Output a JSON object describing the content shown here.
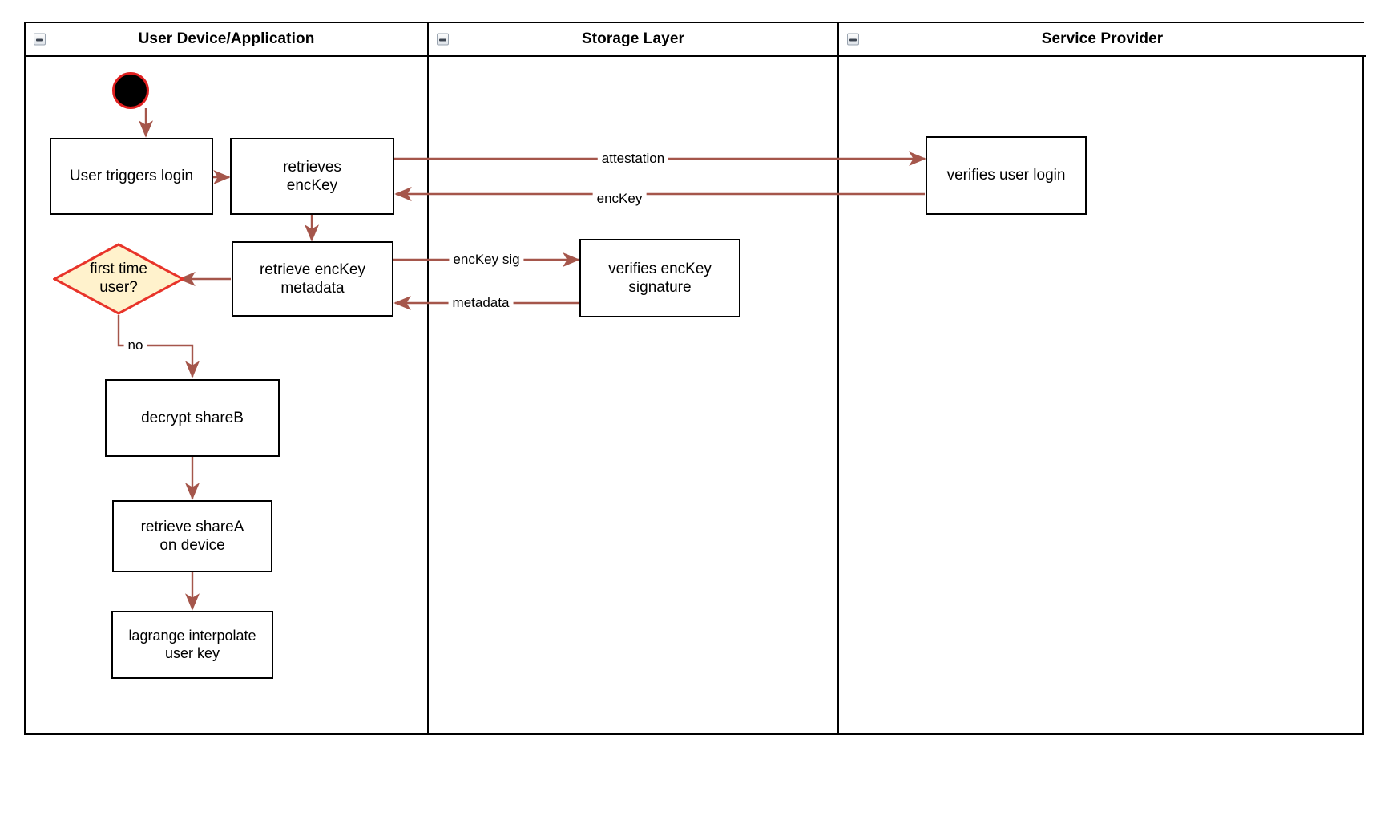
{
  "diagram": {
    "type": "swimlane-activity-diagram",
    "collapse_icon": "minus-square-icon",
    "colors": {
      "lane_border": "#000000",
      "node_border": "#000000",
      "node_fill": "#ffffff",
      "edge": "#a5564b",
      "decision_fill": "#fff2cc",
      "decision_border": "#e8342a",
      "start_fill": "#000000",
      "start_ring": "#e02020",
      "text": "#000000"
    },
    "lanes": [
      {
        "id": "user-device",
        "title": "User Device/Application"
      },
      {
        "id": "storage-layer",
        "title": "Storage Layer"
      },
      {
        "id": "service-provider",
        "title": "Service Provider"
      }
    ],
    "nodes": [
      {
        "id": "start",
        "kind": "start",
        "label": ""
      },
      {
        "id": "user-triggers-login",
        "kind": "activity",
        "lane": "user-device",
        "label": "User triggers login"
      },
      {
        "id": "retrieves-enckey",
        "kind": "activity",
        "lane": "user-device",
        "label": "retrieves\nencKey"
      },
      {
        "id": "retrieve-enckey-metadata",
        "kind": "activity",
        "lane": "user-device",
        "label": "retrieve encKey\nmetadata"
      },
      {
        "id": "first-time-user",
        "kind": "decision",
        "lane": "user-device",
        "label": "first time\nuser?"
      },
      {
        "id": "decrypt-shareb",
        "kind": "activity",
        "lane": "user-device",
        "label": "decrypt shareB"
      },
      {
        "id": "retrieve-sharea-on-device",
        "kind": "activity",
        "lane": "user-device",
        "label": "retrieve shareA\non device"
      },
      {
        "id": "lagrange-interpolate-user-key",
        "kind": "activity",
        "lane": "user-device",
        "label": "lagrange interpolate\nuser key"
      },
      {
        "id": "verifies-enckey-signature",
        "kind": "activity",
        "lane": "storage-layer",
        "label": "verifies encKey\nsignature"
      },
      {
        "id": "verifies-user-login",
        "kind": "activity",
        "lane": "service-provider",
        "label": "verifies user login"
      }
    ],
    "edges": [
      {
        "id": "e-start-login",
        "from": "start",
        "to": "user-triggers-login",
        "label": ""
      },
      {
        "id": "e-login-retrieves",
        "from": "user-triggers-login",
        "to": "retrieves-enckey",
        "label": ""
      },
      {
        "id": "e-attestation",
        "from": "retrieves-enckey",
        "to": "verifies-user-login",
        "label": "attestation"
      },
      {
        "id": "e-enckey",
        "from": "verifies-user-login",
        "to": "retrieves-enckey",
        "label": "encKey"
      },
      {
        "id": "e-retrieves-metadata",
        "from": "retrieves-enckey",
        "to": "retrieve-enckey-metadata",
        "label": ""
      },
      {
        "id": "e-enckey-sig",
        "from": "retrieve-enckey-metadata",
        "to": "verifies-enckey-signature",
        "label": "encKey sig"
      },
      {
        "id": "e-metadata",
        "from": "verifies-enckey-signature",
        "to": "retrieve-enckey-metadata",
        "label": "metadata"
      },
      {
        "id": "e-metadata-decision",
        "from": "retrieve-enckey-metadata",
        "to": "first-time-user",
        "label": ""
      },
      {
        "id": "e-no",
        "from": "first-time-user",
        "to": "decrypt-shareb",
        "label": "no"
      },
      {
        "id": "e-decrypt-retrieve",
        "from": "decrypt-shareb",
        "to": "retrieve-sharea-on-device",
        "label": ""
      },
      {
        "id": "e-retrieve-lagrange",
        "from": "retrieve-sharea-on-device",
        "to": "lagrange-interpolate-user-key",
        "label": ""
      }
    ]
  }
}
